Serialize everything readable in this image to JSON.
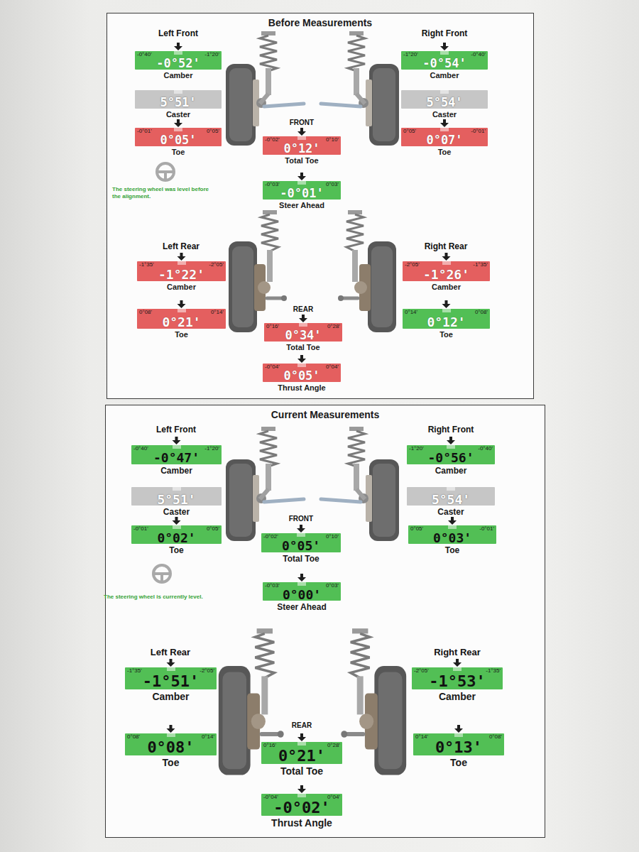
{
  "diagram": {
    "nodes": [
      {
        "text": [
          "Before Measurements"
        ]
      },
      {
        "text": [
          "-0°40'",
          "-1°20'",
          "-0°52'",
          "Camber"
        ],
        "in": 0
      },
      {
        "text": [
          "-1°20'",
          "-0°40'",
          "-0°54'",
          "Camber"
        ],
        "in": 0
      },
      {
        "text": [
          "5°51'",
          "Caster"
        ],
        "in": 0
      },
      {
        "text": [
          "5°54'",
          "Caster"
        ],
        "in": 0
      },
      {
        "text": [
          "-0°01'",
          "0°05'",
          "0°05'",
          "Toe"
        ],
        "in": 0
      },
      {
        "text": [
          "-0°02'",
          "0°10'",
          "0°12'",
          "Total Toe"
        ],
        "in": 0
      },
      {
        "text": [
          "0°05'",
          "-0°01'",
          "0°07'",
          "Toe"
        ],
        "in": 0
      },
      {
        "text": [
          "-0°03'",
          "0°03'",
          "-0°01'",
          "Steer Ahead"
        ],
        "in": 0
      },
      {
        "text": [
          "-1°35'",
          "-2°05'",
          "-1°22'",
          "Camber"
        ],
        "in": 0
      },
      {
        "text": [
          "-2°05'",
          "-1°35'",
          "-1°26'",
          "Camber"
        ],
        "in": 0
      },
      {
        "text": [
          "0°08'",
          "0°14'",
          "0°21'",
          "Toe"
        ],
        "in": 0
      },
      {
        "text": [
          "0°14'",
          "0°08'",
          "0°12'",
          "Toe"
        ],
        "in": 0
      },
      {
        "text": [
          "0°16'",
          "0°28'",
          "0°34'",
          "Total Toe"
        ],
        "in": 0
      },
      {
        "text": [
          "-0°04'",
          "0°04'",
          "0°05'",
          "Thrust Angle"
        ],
        "in": 0
      },
      {
        "text": [
          "Current Measurements"
        ]
      },
      {
        "text": [
          "-0°40'",
          "-1°20'",
          "-0°47'",
          "Camber"
        ],
        "in": 15
      },
      {
        "text": [
          "-1°20'",
          "-0°40'",
          "-0°56'",
          "Camber"
        ],
        "in": 15
      },
      {
        "text": [
          "5°51'",
          "Caster"
        ],
        "in": 15
      },
      {
        "text": [
          "5°54'",
          "Caster"
        ],
        "in": 15
      },
      {
        "text": [
          "-0°01'",
          "0°05'",
          "0°02'",
          "Toe"
        ],
        "in": 15
      },
      {
        "text": [
          "-0°02'",
          "0°10'",
          "0°05'",
          "Total Toe"
        ],
        "in": 15
      },
      {
        "text": [
          "0°05'",
          "-0°01'",
          "0°03'",
          "Toe"
        ],
        "in": 15
      },
      {
        "text": [
          "-0°03'",
          "0°03'",
          "0°00'",
          "Steer Ahead"
        ],
        "in": 15
      },
      {
        "text": [
          "-1°35'",
          "-2°05'",
          "-1°51'",
          "Camber"
        ],
        "in": 15
      },
      {
        "text": [
          "-2°05'",
          "-1°35'",
          "-1°53'",
          "Camber"
        ],
        "in": 15
      },
      {
        "text": [
          "0°08'",
          "0°14'",
          "0°08'",
          "Toe"
        ],
        "in": 15
      },
      {
        "text": [
          "0°14'",
          "0°08'",
          "0°13'",
          "Toe"
        ],
        "in": 15
      },
      {
        "text": [
          "0°16'",
          "0°28'",
          "0°21'",
          "Total Toe"
        ],
        "in": 15
      },
      {
        "text": [
          "-0°04'",
          "0°04'",
          "-0°02'",
          "Thrust Angle"
        ],
        "in": 15
      }
    ],
    "labels": [
      "Left Front",
      "Right Front",
      "FRONT",
      "The steering wheel was level before the alignment.",
      "Left Rear",
      "Right Rear",
      "REAR",
      "Left Front",
      "Right Front",
      "FRONT",
      "The steering wheel is currently level.",
      "Left Rear",
      "Right Rear",
      "REAR"
    ]
  }
}
